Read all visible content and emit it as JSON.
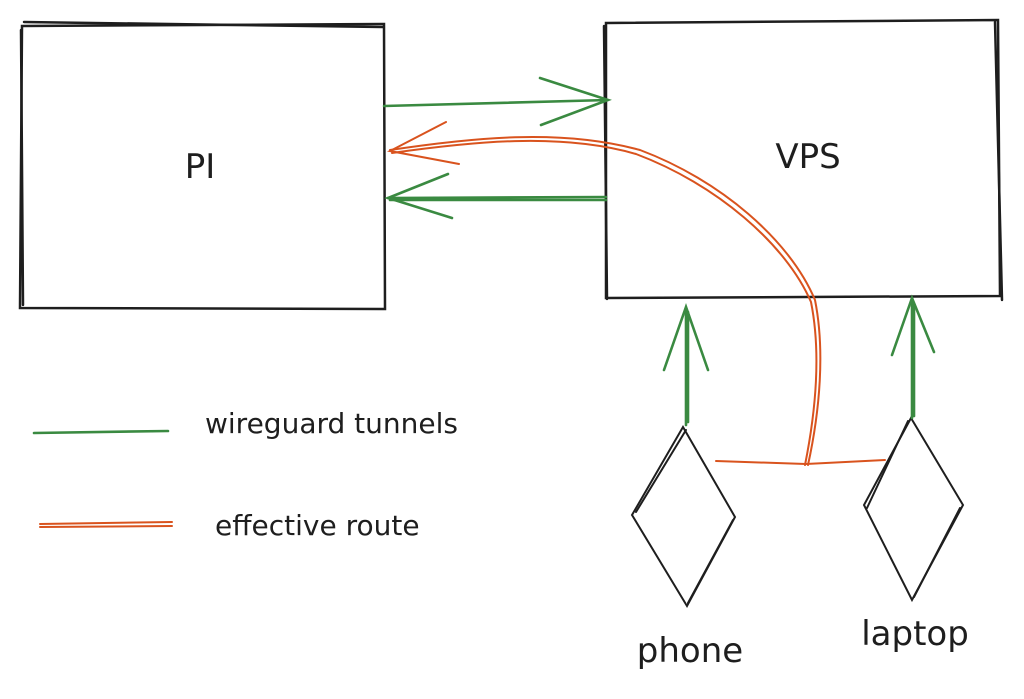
{
  "nodes": {
    "pi": "PI",
    "vps": "VPS",
    "phone": "phone",
    "laptop": "laptop"
  },
  "legend": {
    "tunnels": "wireguard tunnels",
    "route": "effective route"
  },
  "colors": {
    "tunnel": "#3a8a41",
    "route": "#d9531e",
    "stroke": "#1e1e1e"
  }
}
